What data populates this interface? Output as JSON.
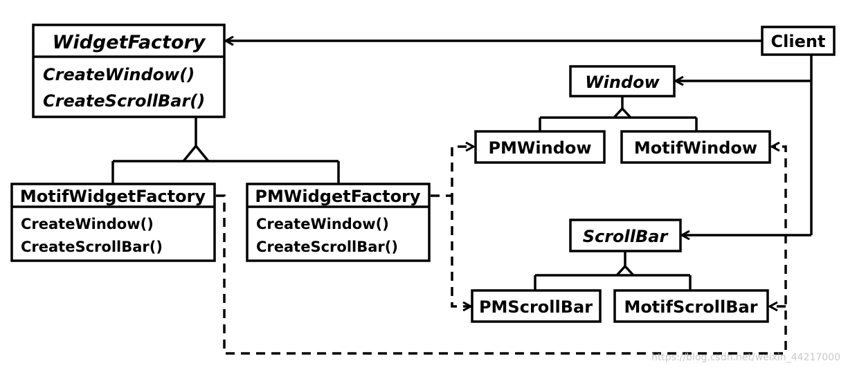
{
  "classes": {
    "widget_factory": {
      "name": "WidgetFactory",
      "methods": [
        "CreateWindow()",
        "CreateScrollBar()"
      ]
    },
    "motif_widget_factory": {
      "name": "MotifWidgetFactory",
      "methods": [
        "CreateWindow()",
        "CreateScrollBar()"
      ]
    },
    "pm_widget_factory": {
      "name": "PMWidgetFactory",
      "methods": [
        "CreateWindow()",
        "CreateScrollBar()"
      ]
    },
    "client": {
      "name": "Client"
    },
    "window": {
      "name": "Window"
    },
    "pm_window": {
      "name": "PMWindow"
    },
    "motif_window": {
      "name": "MotifWindow"
    },
    "scroll_bar": {
      "name": "ScrollBar"
    },
    "pm_scroll_bar": {
      "name": "PMScrollBar"
    },
    "motif_scroll_bar": {
      "name": "MotifScrollBar"
    }
  },
  "watermark": "https://blog.csdn.net/weixin_44217000"
}
